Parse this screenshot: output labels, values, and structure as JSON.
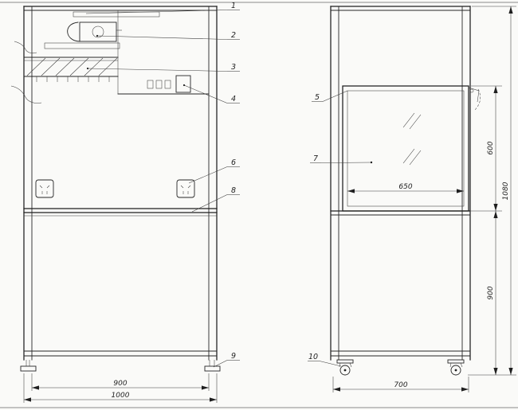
{
  "callouts": {
    "n1": "1",
    "n2": "2",
    "n3": "3",
    "n4": "4",
    "n5": "5",
    "n6": "6",
    "n7": "7",
    "n8": "8",
    "n9": "9",
    "n10": "10"
  },
  "dimensions": {
    "front_inner_width": "900",
    "front_overall_width": "1000",
    "window_width": "650",
    "window_height": "600",
    "bench_height": "900",
    "overall_height": "1080",
    "depth": "700"
  }
}
